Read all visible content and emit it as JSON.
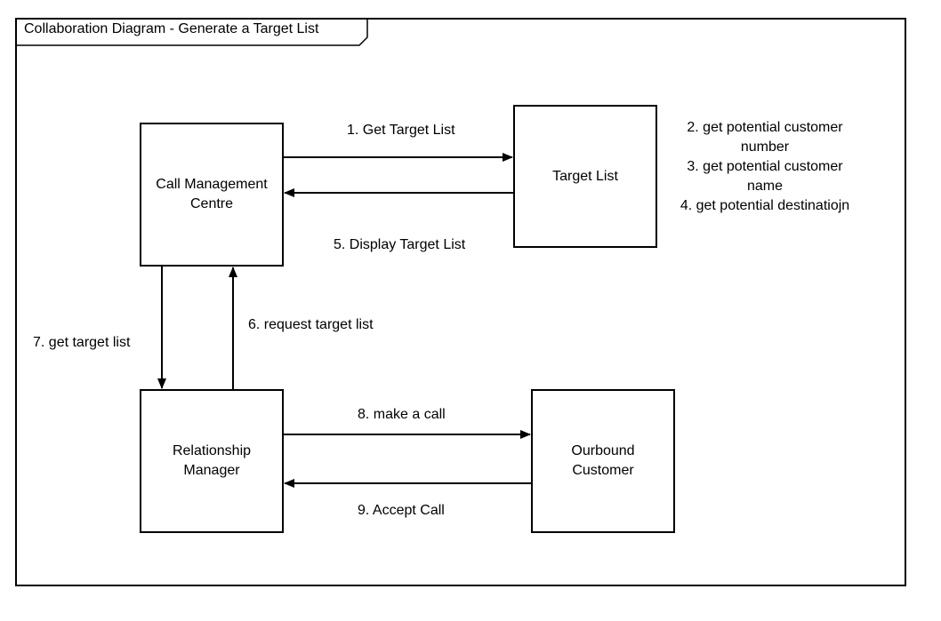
{
  "frame": {
    "title": "Collaboration Diagram - Generate a Target List"
  },
  "nodes": {
    "call_management": {
      "line1": "Call Management",
      "line2": "Centre"
    },
    "target_list": {
      "label": "Target List"
    },
    "relationship_manager": {
      "line1": "Relationship",
      "line2": "Manager"
    },
    "outbound_customer": {
      "line1": "Ourbound",
      "line2": "Customer"
    }
  },
  "messages": {
    "m1": "1. Get Target List",
    "m5": "5. Display Target List",
    "m6": "6. request target list",
    "m7": "7. get target list",
    "m8": "8. make a call",
    "m9": "9. Accept Call"
  },
  "target_notes": [
    "2. get potential customer",
    "number",
    "3. get potential customer",
    "name",
    "4. get potential destinatiojn"
  ]
}
